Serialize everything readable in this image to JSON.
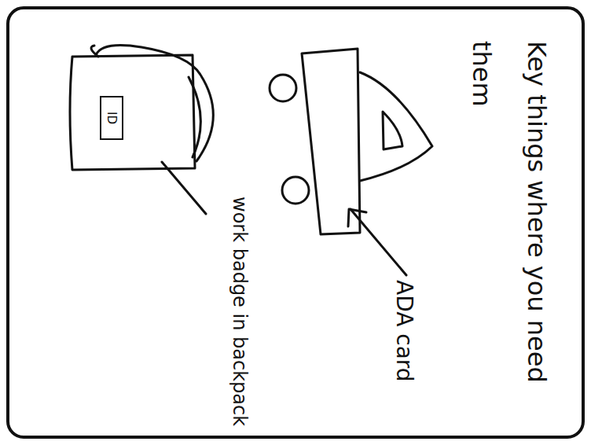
{
  "diagram": {
    "title": "Key things where you need them",
    "nodes": [
      {
        "text": [
          "ID"
        ]
      }
    ],
    "labels": [
      "ADA card",
      "work badge in backpack"
    ]
  }
}
